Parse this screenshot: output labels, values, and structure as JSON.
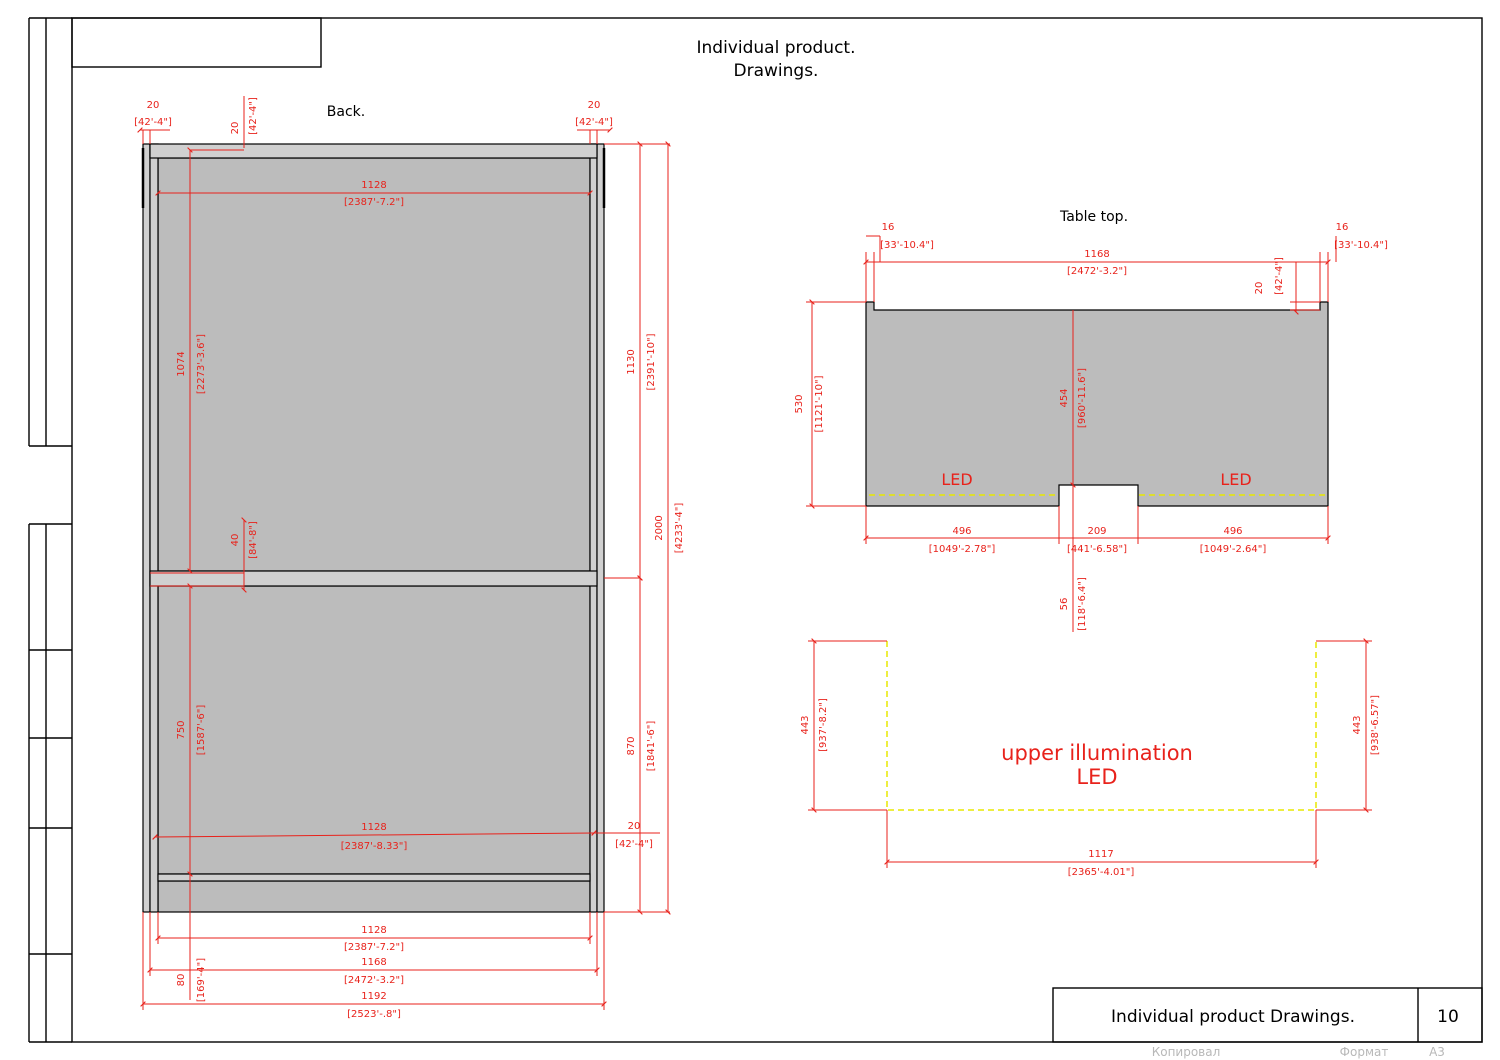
{
  "header": {
    "line1": "Individual product.",
    "line2": "Drawings."
  },
  "back_view": {
    "label": "Back.",
    "dims": {
      "left_post_w": "20",
      "left_post_w_imp": "[42'-4\"]",
      "top_rail_h": "20",
      "top_rail_h_imp": "[42'-4\"]",
      "right_post_w": "20",
      "right_post_w_imp": "[42'-4\"]",
      "inner_top_w": "1128",
      "inner_top_w_imp": "[2387'-7.2\"]",
      "upper_h": "1074",
      "upper_h_imp": "[2273'-3.6\"]",
      "mid_rail_h": "40",
      "mid_rail_h_imp": "[84'-8\"]",
      "lower_h": "750",
      "lower_h_imp": "[1587'-6\"]",
      "upper_total": "1130",
      "upper_total_imp": "[2391'-10\"]",
      "total_h": "2000",
      "total_h_imp": "[4233'-4\"]",
      "lower_total": "870",
      "lower_total_imp": "[1841'-6\"]",
      "inner_low_w": "1128",
      "inner_low_w_imp": "[2387'-8.33\"]",
      "right_low_post": "20",
      "right_low_post_imp": "[42'-4\"]",
      "bottom_w1": "1128",
      "bottom_w1_imp": "[2387'-7.2\"]",
      "bottom_w2": "1168",
      "bottom_w2_imp": "[2472'-3.2\"]",
      "bottom_w3": "1192",
      "bottom_w3_imp": "[2523'-.8\"]",
      "plinth_h": "80",
      "plinth_h_imp": "[169'-4\"]"
    }
  },
  "table_top": {
    "label": "Table top.",
    "led_left": "LED",
    "led_right": "LED",
    "dims": {
      "left_lip": "16",
      "left_lip_imp": "[33'-10.4\"]",
      "right_lip": "16",
      "right_lip_imp": "[33'-10.4\"]",
      "width": "1168",
      "width_imp": "[2472'-3.2\"]",
      "lip_h": "20",
      "lip_h_imp": "[42'-4\"]",
      "depth": "530",
      "depth_imp": "[1121'-10\"]",
      "inner_depth": "454",
      "inner_depth_imp": "[960'-11.6\"]",
      "seg_left": "496",
      "seg_left_imp": "[1049'-2.78\"]",
      "notch": "209",
      "notch_imp": "[441'-6.58\"]",
      "seg_right": "496",
      "seg_right_imp": "[1049'-2.64\"]",
      "notch_depth": "56",
      "notch_depth_imp": "[118'-6.4\"]"
    }
  },
  "upper_led": {
    "note_line1": "upper illumination",
    "note_line2": "LED",
    "dims": {
      "left_h": "443",
      "left_h_imp": "[937'-8.2\"]",
      "right_h": "443",
      "right_h_imp": "[938'-6.57\"]",
      "width": "1117",
      "width_imp": "[2365'-4.01\"]"
    }
  },
  "title_block": {
    "title": "Individual product Drawings.",
    "sheet_no": "10",
    "copied_label": "Копировал",
    "format_label": "Формат",
    "format_value": "A3"
  },
  "colors": {
    "dimension": "#e8221b",
    "led_line": "#e8e800",
    "panel_fill": "#bcbcbc"
  }
}
